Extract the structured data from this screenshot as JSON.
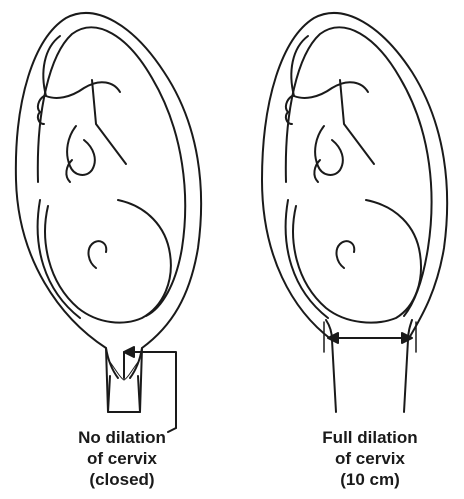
{
  "captions": {
    "left": {
      "line1": "No dilation",
      "line2": "of cervix",
      "line3": "(closed)"
    },
    "right": {
      "line1": "Full dilation",
      "line2": "of cervix",
      "line3": "(10 cm)"
    }
  },
  "colors": {
    "ink": "#1a1a1a",
    "background": "#ffffff"
  }
}
